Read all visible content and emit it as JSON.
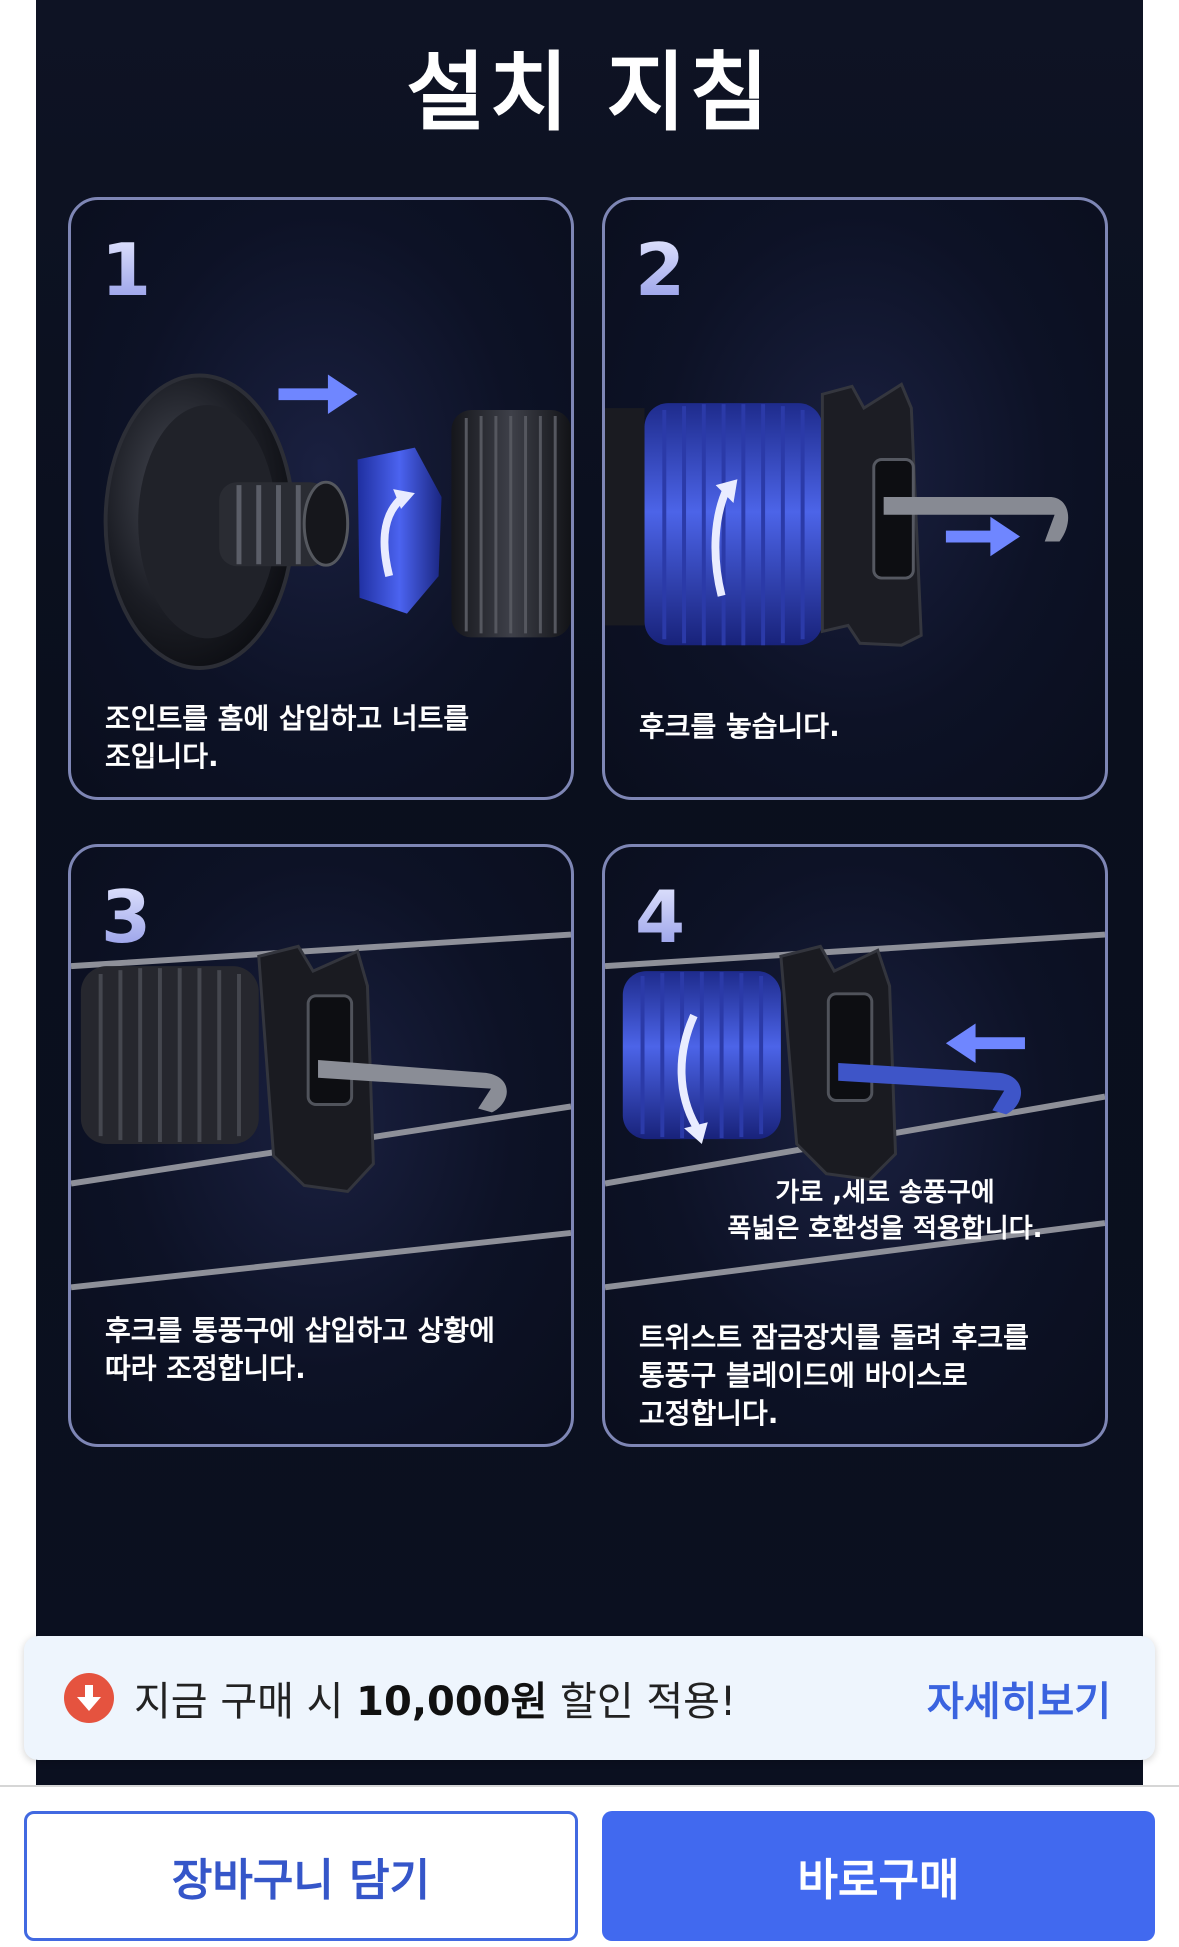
{
  "detail": {
    "title": "설치 지침",
    "steps": [
      {
        "number": "1",
        "caption": "조인트를 홈에 삽입하고 너트를\n조입니다."
      },
      {
        "number": "2",
        "caption": "후크를 놓습니다."
      },
      {
        "number": "3",
        "caption": "후크를 통풍구에 삽입하고 상황에\n따라 조정합니다."
      },
      {
        "number": "4",
        "caption": "트위스트 잠금장치를 돌려 후크를\n통풍구 블레이드에 바이스로\n고정합니다.",
        "note": "가로 ,세로 송풍구에\n폭넓은 호환성을 적용합니다."
      }
    ]
  },
  "banner": {
    "text_prefix": "지금 구매 시 ",
    "amount": "10,000원",
    "text_suffix": " 할인 적용!",
    "link": "자세히보기"
  },
  "actions": {
    "cart": "장바구니 담기",
    "buy": "바로구매"
  },
  "colors": {
    "accent": "#4169ef",
    "discount_icon": "#e5533f",
    "link": "#3a63df"
  }
}
